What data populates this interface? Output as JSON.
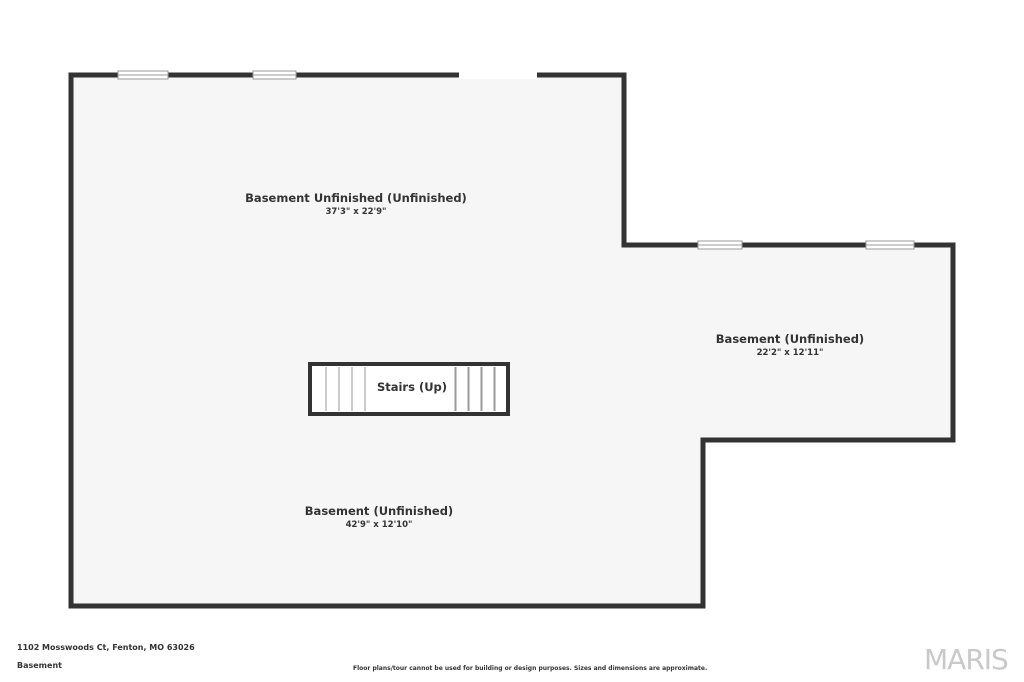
{
  "colors": {
    "floor": "#f6f6f6",
    "wall": "#333333",
    "window": "#ffffff",
    "text": "#333333",
    "logo": "#c9c9c9"
  },
  "rooms": [
    {
      "name": "Basement Unfinished (Unfinished)",
      "dims": "37'3\" x 22'9\""
    },
    {
      "name": "Basement (Unfinished)",
      "dims": "22'2\" x 12'11\""
    },
    {
      "name": "Basement (Unfinished)",
      "dims": "42'9\" x 12'10\""
    }
  ],
  "stairs": {
    "label": "Stairs (Up)"
  },
  "footer": {
    "address": "1102 Mosswoods Ct, Fenton, MO 63026",
    "floor": "Basement",
    "disclaimer": "Floor plans/tour cannot be used for building or design purposes. Sizes and dimensions are approximate.",
    "brand": "MARIS"
  }
}
